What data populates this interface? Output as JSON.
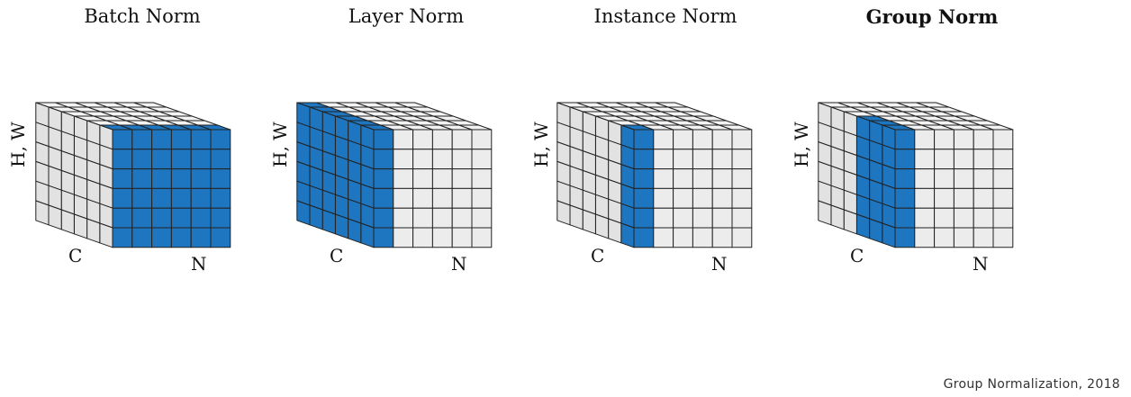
{
  "panels": [
    {
      "title": "Batch Norm",
      "bold": false,
      "axis_hw": "H, W",
      "axis_c": "C",
      "axis_n": "N",
      "highlight": "batch"
    },
    {
      "title": "Layer Norm",
      "bold": false,
      "axis_hw": "H, W",
      "axis_c": "C",
      "axis_n": "N",
      "highlight": "layer"
    },
    {
      "title": "Instance Norm",
      "bold": false,
      "axis_hw": "H, W",
      "axis_c": "C",
      "axis_n": "N",
      "highlight": "instance"
    },
    {
      "title": "Group Norm",
      "bold": true,
      "axis_hw": "H, W",
      "axis_c": "C",
      "axis_n": "N",
      "highlight": "group"
    }
  ],
  "citation": "Group Normalization, 2018",
  "colors": {
    "highlight": "#1e76c0",
    "cell": "#ececec",
    "cell_top": "#f3f3f3",
    "cell_side": "#e2e2e2",
    "line": "#222222"
  }
}
